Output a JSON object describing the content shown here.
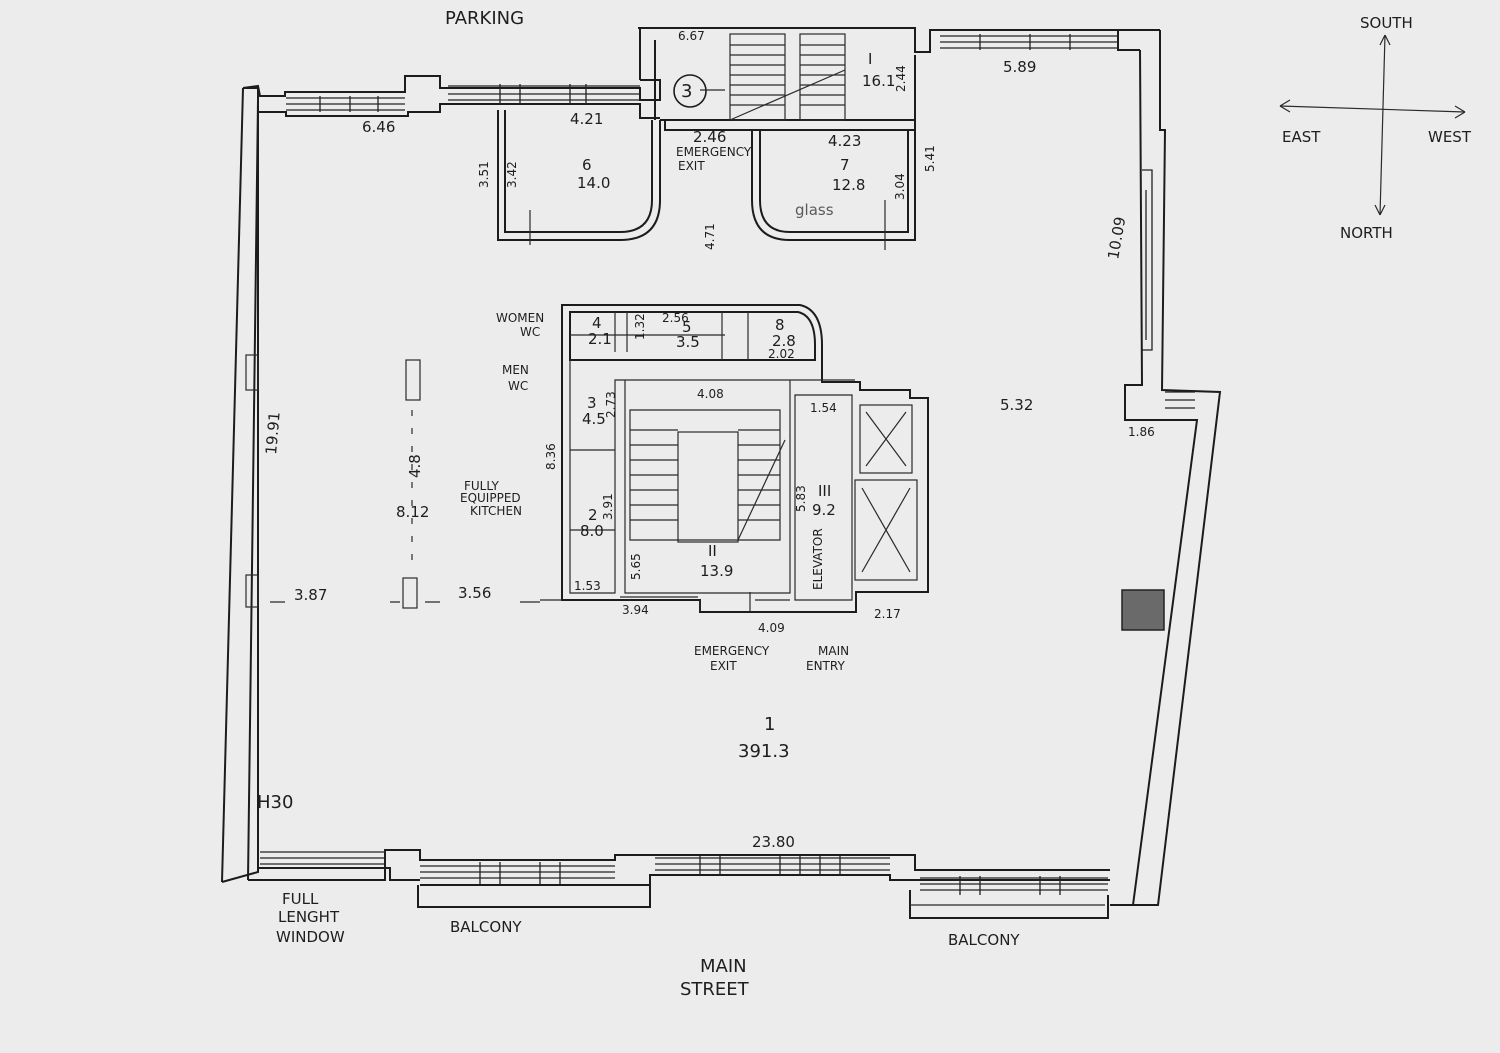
{
  "orientation": {
    "south": "SOUTH",
    "east": "EAST",
    "west": "WEST",
    "north": "NORTH"
  },
  "site": {
    "parking": "PARKING",
    "main_street_line1": "MAIN",
    "main_street_line2": "STREET",
    "balcony_left": "BALCONY",
    "balcony_right": "BALCONY",
    "full_length_window_line1": "FULL",
    "full_length_window_line2": "LENGHT",
    "full_length_window_line3": "WINDOW"
  },
  "rooms": {
    "stair_number": "3",
    "room_stair_top": {
      "number": "I",
      "area": "16.1"
    },
    "room_6": {
      "number": "6",
      "area": "14.0"
    },
    "room_7": {
      "number": "7",
      "area": "12.8"
    },
    "room_1": {
      "number": "1",
      "area": "391.3"
    },
    "room_4": {
      "number": "4",
      "area": "2.1"
    },
    "room_5": {
      "number": "5",
      "area": "3.5"
    },
    "room_8": {
      "number": "8",
      "area": "2.8"
    },
    "room_3": {
      "number": "3",
      "area": "4.5"
    },
    "room_2": {
      "number": "2",
      "area": "8.0"
    },
    "room_II": {
      "number": "II",
      "area": "13.9"
    },
    "room_III": {
      "number": "III",
      "area": "9.2"
    }
  },
  "labels": {
    "emergency_exit_top_1": "EMERGENCY",
    "emergency_exit_top_2": "EXIT",
    "glass": "glass",
    "women_wc_1": "WOMEN",
    "women_wc_2": "WC",
    "men_wc_1": "MEN",
    "men_wc_2": "WC",
    "kitchen_1": "FULLY",
    "kitchen_2": "EQUIPPED",
    "kitchen_3": "KITCHEN",
    "elevator": "ELEVATOR",
    "emergency_exit_bottom_1": "EMERGENCY",
    "emergency_exit_bottom_2": "EXIT",
    "main_entry_1": "MAIN",
    "main_entry_2": "ENTRY"
  },
  "dimensions": {
    "d_667": "6.67",
    "d_244": "2.44",
    "d_589": "5.89",
    "d_646": "6.46",
    "d_421": "4.21",
    "d_246": "2.46",
    "d_423": "4.23",
    "d_541": "5.41",
    "d_351": "3.51",
    "d_342": "3.42",
    "d_304": "3.04",
    "d_471": "4.71",
    "d_1009": "10.09",
    "d_256": "2.56",
    "d_132": "1.32",
    "d_202": "2.02",
    "d_408": "4.08",
    "d_273": "2.73",
    "d_154": "1.54",
    "d_532": "5.32",
    "d_186": "1.86",
    "d_1991": "19.91",
    "d_48": "4.8",
    "d_812": "8.12",
    "d_836": "8.36",
    "d_391": "3.91",
    "d_565": "5.65",
    "d_583": "5.83",
    "d_387": "3.87",
    "d_356": "3.56",
    "d_153": "1.53",
    "d_394": "3.94",
    "d_409": "4.09",
    "d_217": "2.17",
    "d_h30": "H30",
    "d_2380": "23.80"
  }
}
